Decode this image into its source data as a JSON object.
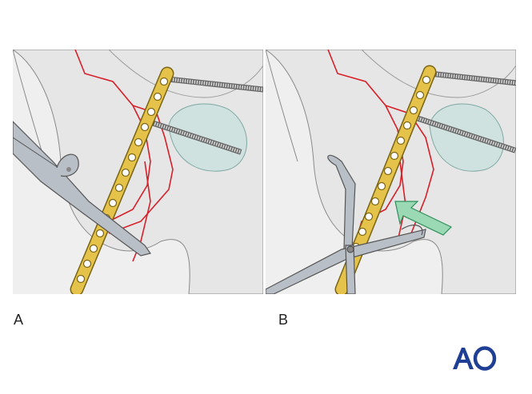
{
  "panels": [
    {
      "label": "A"
    },
    {
      "label": "B"
    }
  ],
  "logo": {
    "text": "AO",
    "color": "#1f3f95"
  },
  "colors": {
    "bone": "#ececec",
    "bone_outline": "#777777",
    "fracture": "#d6202a",
    "plate": "#e5c34a",
    "plate_outline": "#7a6414",
    "instrument": "#b9bfc6",
    "joint": "#cfe2df",
    "arrow": "#9ad9b3"
  }
}
